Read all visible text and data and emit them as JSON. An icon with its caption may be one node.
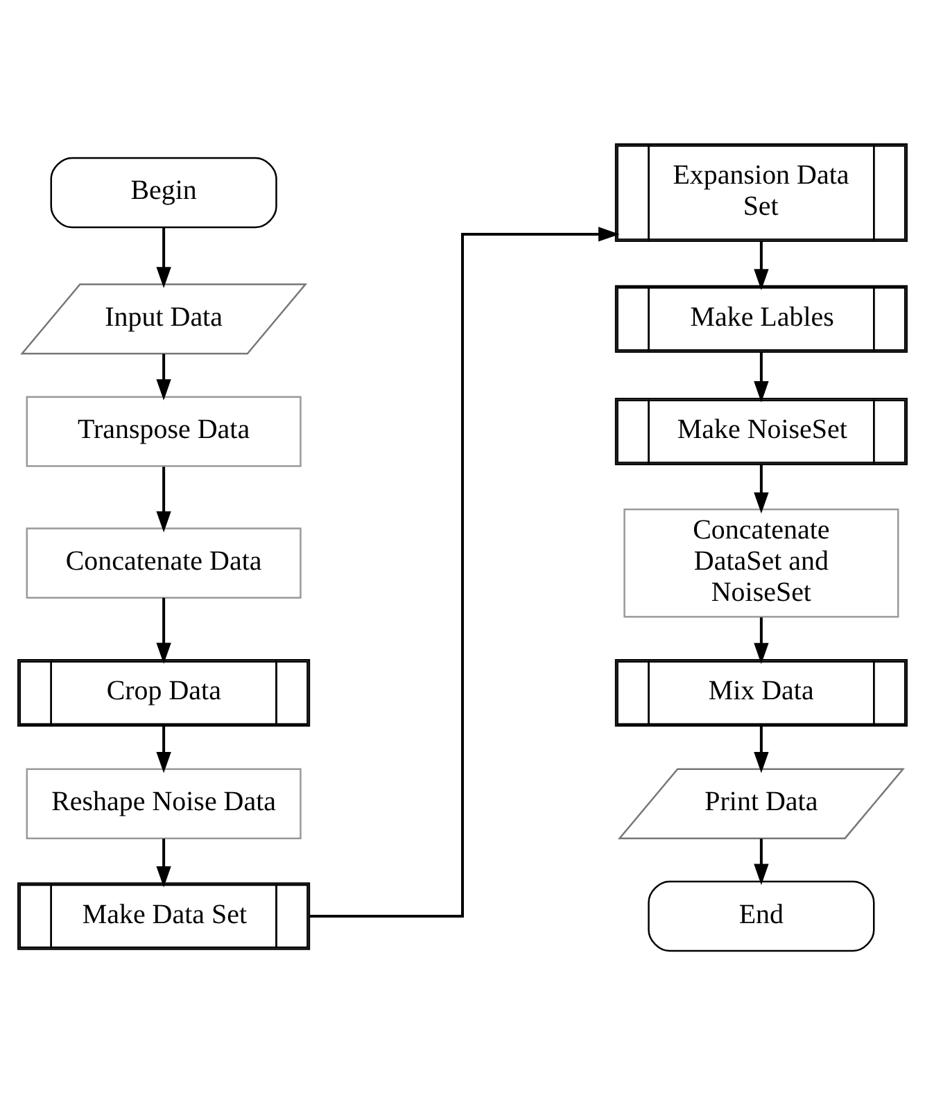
{
  "diagram": {
    "nodes": [
      {
        "text": [
          "Begin"
        ]
      },
      {
        "text": [
          "Input Data"
        ]
      },
      {
        "text": [
          "Transpose Data"
        ]
      },
      {
        "text": [
          "Concatenate Data"
        ]
      },
      {
        "text": [
          "Crop Data"
        ]
      },
      {
        "text": [
          "Reshape Noise Data"
        ]
      },
      {
        "text": [
          "Make Data Set"
        ]
      },
      {
        "text": [
          "Expansion Data Set"
        ]
      },
      {
        "text": [
          "Make Lables"
        ]
      },
      {
        "text": [
          "Make NoiseSet"
        ]
      },
      {
        "text": [
          "Concatenate DataSet and NoiseSet"
        ]
      },
      {
        "text": [
          "Mix Data"
        ]
      },
      {
        "text": [
          "Print Data"
        ]
      },
      {
        "text": [
          "End"
        ]
      }
    ],
    "edges": [
      {
        "from": 0,
        "to": 1,
        "arrow": "to"
      },
      {
        "from": 1,
        "to": 2,
        "arrow": "to"
      },
      {
        "from": 2,
        "to": 3,
        "arrow": "to"
      },
      {
        "from": 3,
        "to": 4,
        "arrow": "to"
      },
      {
        "from": 4,
        "to": 5,
        "arrow": "to"
      },
      {
        "from": 5,
        "to": 6,
        "arrow": "to"
      },
      {
        "from": 6,
        "to": 7,
        "arrow": "to"
      },
      {
        "from": 7,
        "to": 8,
        "arrow": "to"
      },
      {
        "from": 8,
        "to": 9,
        "arrow": "to"
      },
      {
        "from": 9,
        "to": 10,
        "arrow": "to"
      },
      {
        "from": 10,
        "to": 11,
        "arrow": "to"
      },
      {
        "from": 11,
        "to": 12,
        "arrow": "to"
      },
      {
        "from": 12,
        "to": 13,
        "arrow": "to"
      }
    ]
  }
}
